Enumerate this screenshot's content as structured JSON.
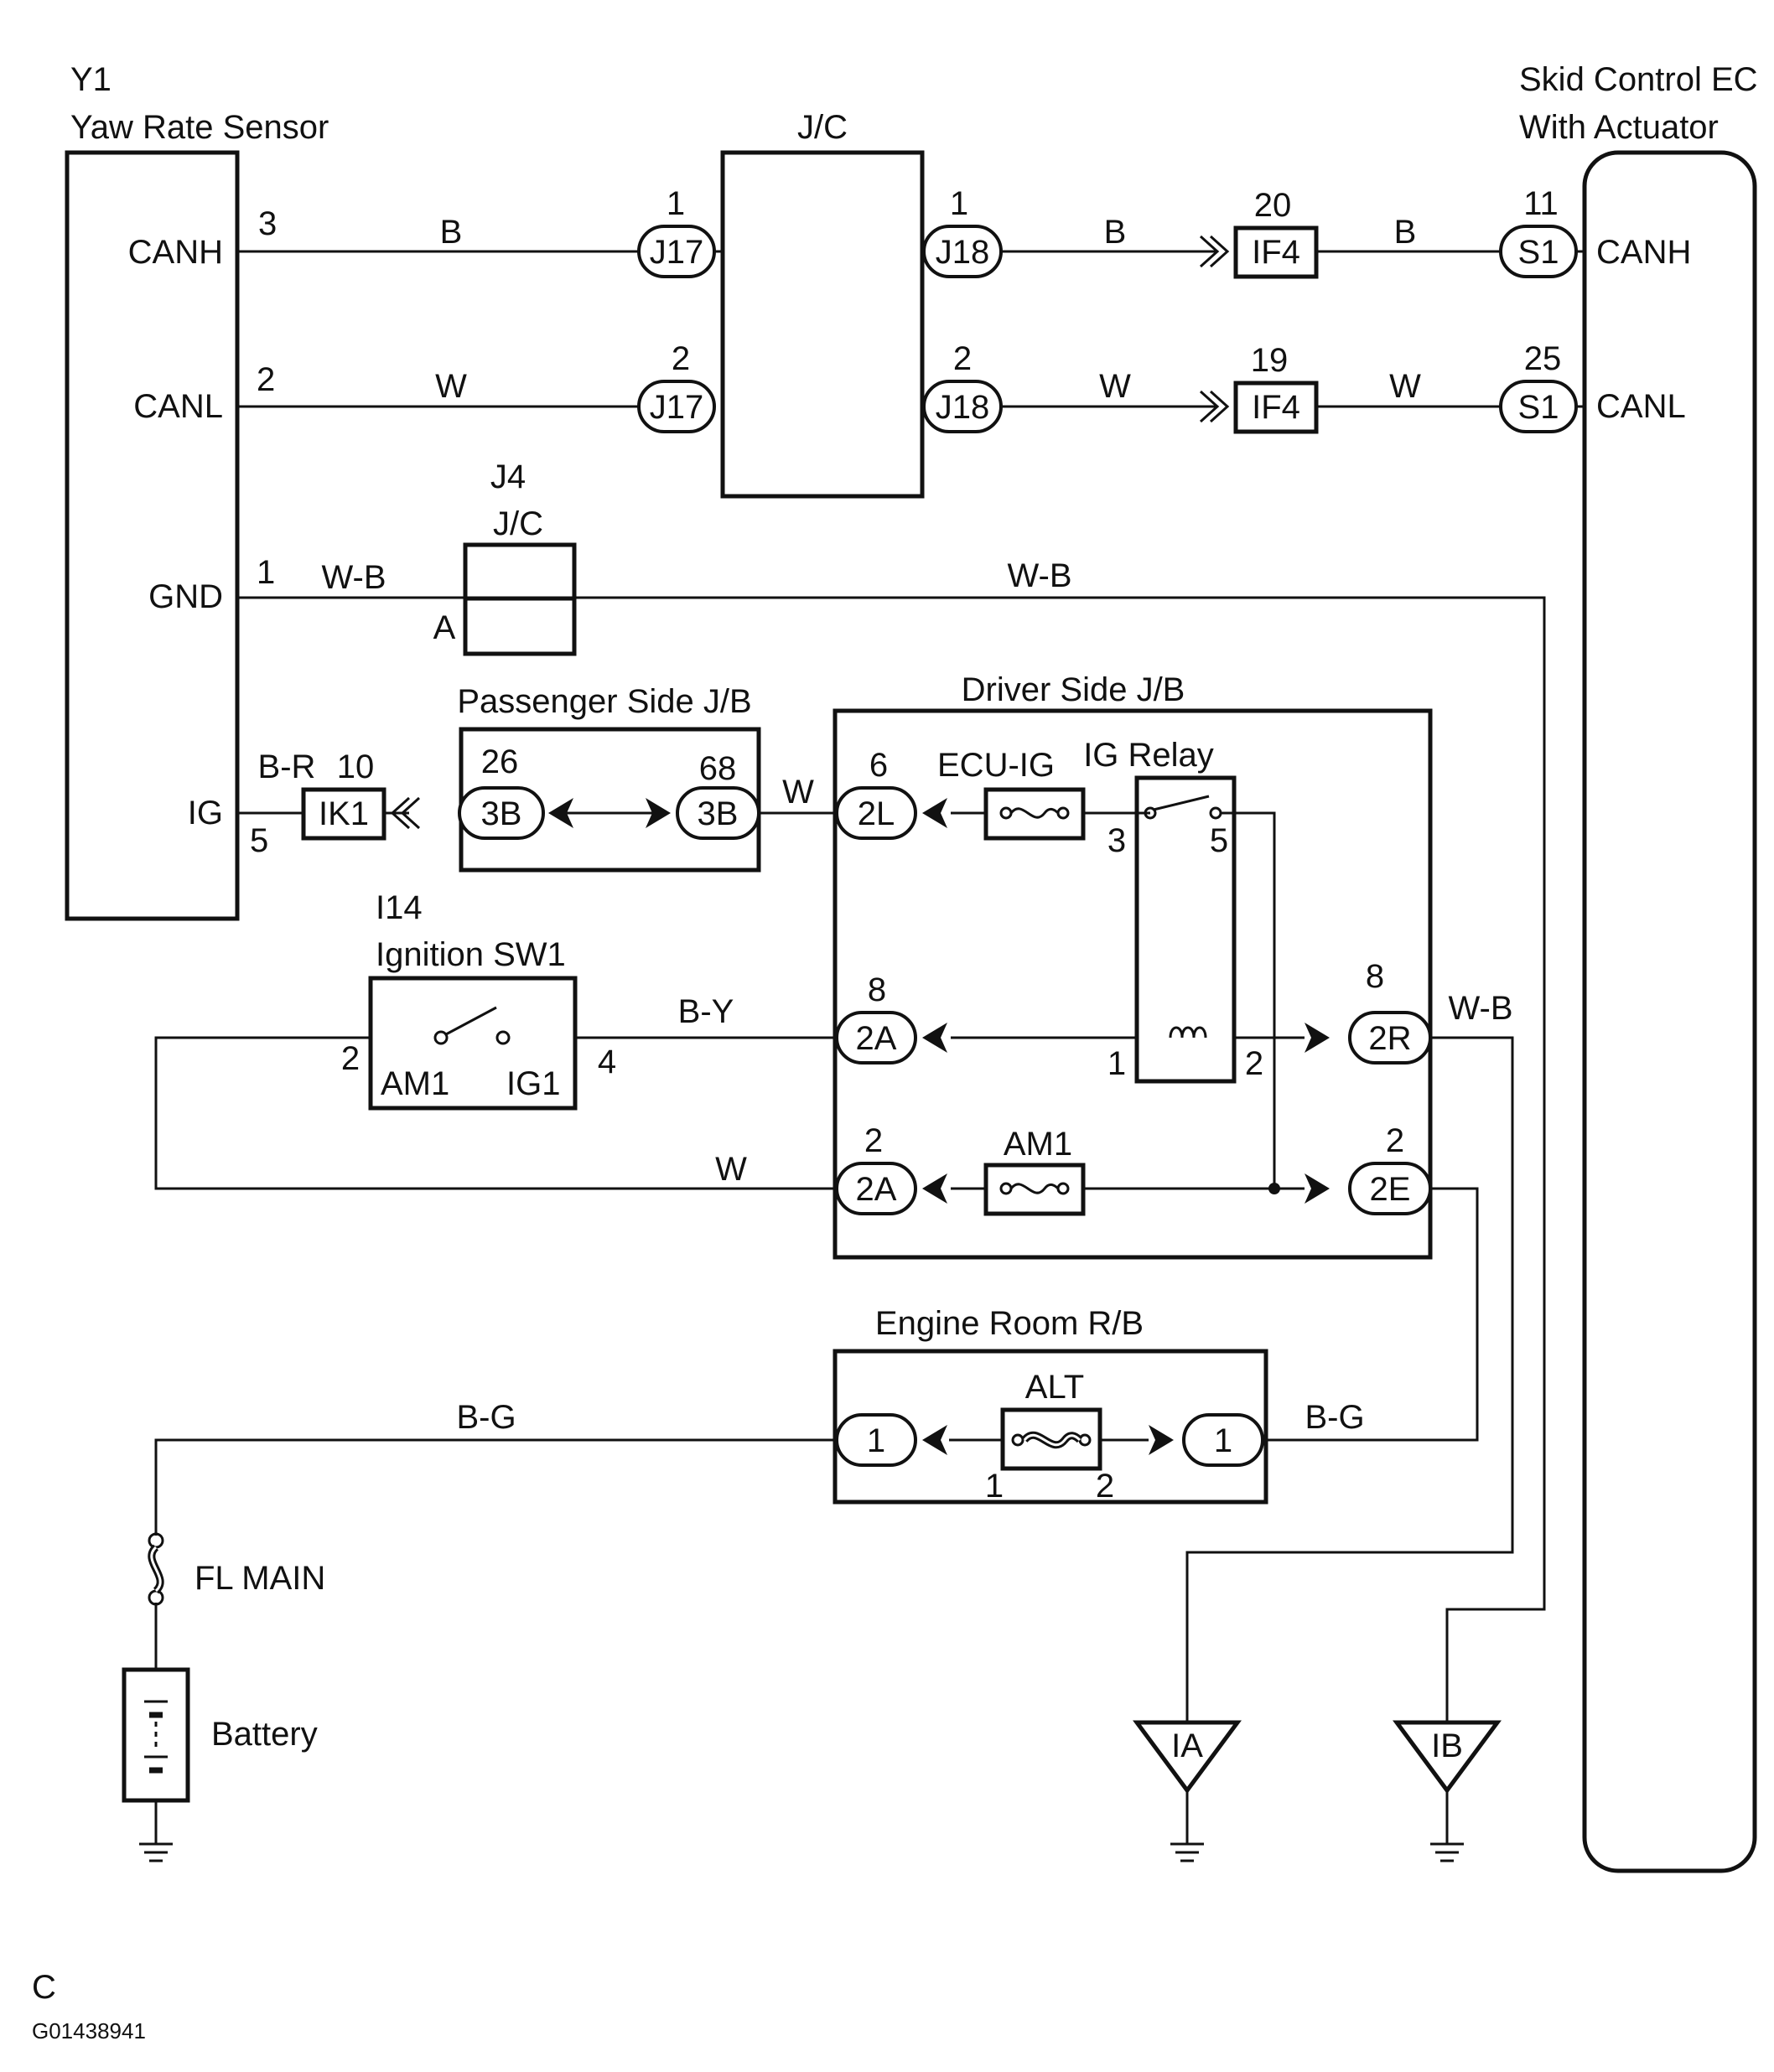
{
  "components": {
    "yaw_sensor": {
      "code": "Y1",
      "name": "Yaw Rate Sensor",
      "pins": {
        "canh": "CANH",
        "canl": "CANL",
        "gnd": "GND",
        "ig": "IG"
      }
    },
    "skid_ecu": {
      "line1": "Skid Control EC",
      "line2": "With Actuator",
      "canh": "CANH",
      "canl": "CANL"
    },
    "jc_main": {
      "label": "J/C"
    },
    "jc_j4": {
      "code": "J4",
      "label": "J/C",
      "terminal": "A"
    },
    "passenger_jb": {
      "label": "Passenger Side J/B"
    },
    "driver_jb": {
      "label": "Driver Side J/B"
    },
    "ignition_sw": {
      "code": "I14",
      "name": "Ignition SW1",
      "am1": "AM1",
      "ig1": "IG1"
    },
    "ecu_ig_fuse": {
      "label": "ECU-IG"
    },
    "ig_relay": {
      "label": "IG Relay"
    },
    "am1_fuse": {
      "label": "AM1"
    },
    "engine_rb": {
      "label": "Engine Room R/B"
    },
    "alt_fuse": {
      "label": "ALT"
    },
    "fl_main": {
      "label": "FL MAIN"
    },
    "battery": {
      "label": "Battery"
    },
    "ground_ia": {
      "label": "IA"
    },
    "ground_ib": {
      "label": "IB"
    }
  },
  "connectors": {
    "j17": "J17",
    "j18": "J18",
    "if4": "IF4",
    "s1": "S1",
    "ik1": "IK1",
    "b3": "3B",
    "l2": "2L",
    "a2": "2A",
    "r2": "2R",
    "e2": "2E",
    "rb1": "1"
  },
  "pins": {
    "y1_canh": "3",
    "y1_canl": "2",
    "y1_gnd": "1",
    "y1_ig": "5",
    "j17_top": "1",
    "j17_bot": "2",
    "j18_top": "1",
    "j18_bot": "2",
    "if4_top": "20",
    "if4_bot": "19",
    "s1_top": "11",
    "s1_bot": "25",
    "ik1": "10",
    "b3_left": "26",
    "b3_right": "68",
    "l2": "6",
    "a2_top": "8",
    "a2_bot": "2",
    "r2": "8",
    "e2": "2",
    "relay_3": "3",
    "relay_5": "5",
    "relay_1": "1",
    "relay_2": "2",
    "sw_2": "2",
    "sw_4": "4",
    "alt_1": "1",
    "alt_2": "2"
  },
  "wires": {
    "b": "B",
    "w": "W",
    "wb": "W-B",
    "br": "B-R",
    "by": "B-Y",
    "bg": "B-G"
  },
  "footer": {
    "letter": "C",
    "code": "G01438941"
  }
}
